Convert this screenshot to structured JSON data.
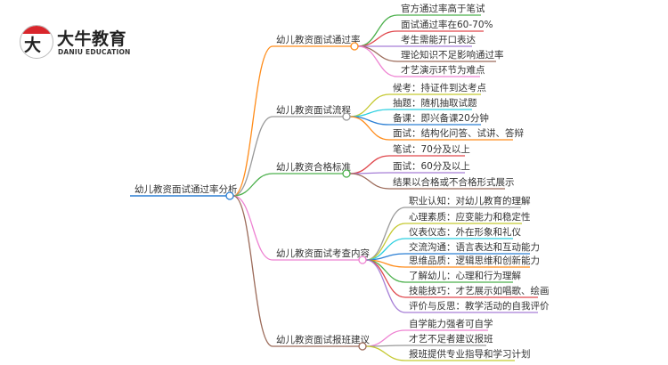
{
  "logo": {
    "mark": "大牛",
    "name_cn": "大牛教育",
    "name_en": "DANIU EDUCATION"
  },
  "root": {
    "label": "幼儿教资面试通过率分析",
    "color": "#2b7fd4"
  },
  "branches": [
    {
      "label": "幼儿教资面试通过率",
      "color": "#ff8c1a",
      "children": [
        {
          "label": "官方通过率高于笔试",
          "color": "#4cb04c"
        },
        {
          "label": "面试通过率在60-70%",
          "color": "#e0474c"
        },
        {
          "label": "考生需能开口表达",
          "color": "#a67ed6"
        },
        {
          "label": "理论知识不足影响通过率",
          "color": "#9c6b5a"
        },
        {
          "label": "才艺演示环节为难点",
          "color": "#ee82d2"
        }
      ]
    },
    {
      "label": "幼儿教资面试流程",
      "color": "#999999",
      "children": [
        {
          "label": "候考：持证件到达考点",
          "color": "#c5c932"
        },
        {
          "label": "抽题：随机抽取试题",
          "color": "#2ccfe0"
        },
        {
          "label": "备课：即兴备课20分钟",
          "color": "#2b7fd4"
        },
        {
          "label": "面试：结构化问答、试讲、答辩",
          "color": "#ff8c1a"
        }
      ]
    },
    {
      "label": "幼儿教资合格标准",
      "color": "#4cb04c",
      "children": [
        {
          "label": "笔试：70分及以上",
          "color": "#e0474c"
        },
        {
          "label": "面试：60分及以上",
          "color": "#a67ed6"
        },
        {
          "label": "结果以合格或不合格形式展示",
          "color": "#9c6b5a"
        }
      ]
    },
    {
      "label": "幼儿教资面试考查内容",
      "color": "#ee82d2",
      "children": [
        {
          "label": "职业认知：对幼儿教育的理解",
          "color": "#999999"
        },
        {
          "label": "心理素质：应变能力和稳定性",
          "color": "#c5c932"
        },
        {
          "label": "仪表仪态：外在形象和礼仪",
          "color": "#2ccfe0"
        },
        {
          "label": "交流沟通：语言表达和互动能力",
          "color": "#2b7fd4"
        },
        {
          "label": "思维品质：逻辑思维和创新能力",
          "color": "#ff8c1a"
        },
        {
          "label": "了解幼儿：心理和行为理解",
          "color": "#4cb04c"
        },
        {
          "label": "技能技巧：才艺展示如唱歌、绘画",
          "color": "#e0474c"
        },
        {
          "label": "评价与反思：教学活动的自我评价",
          "color": "#a67ed6"
        }
      ]
    },
    {
      "label": "幼儿教资面试报班建议",
      "color": "#9c6b5a",
      "children": [
        {
          "label": "自学能力强者可自学",
          "color": "#ee82d2"
        },
        {
          "label": "才艺不足者建议报班",
          "color": "#999999"
        },
        {
          "label": "报班提供专业指导和学习计划",
          "color": "#c5c932"
        }
      ]
    }
  ]
}
